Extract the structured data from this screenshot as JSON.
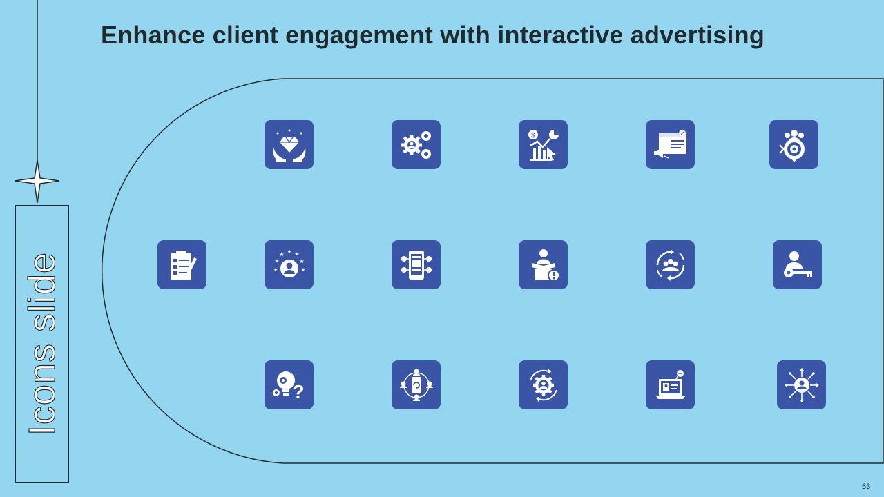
{
  "slide": {
    "title": "Enhance client engagement with interactive advertising",
    "side_label": "Icons slide",
    "page_number": "63"
  },
  "colors": {
    "background": "#94d6f0",
    "icon_tile": "#3a54a6",
    "icon_glyph": "#ffffff",
    "line": "#1e2a2e"
  },
  "icons": [
    {
      "row": 1,
      "name": "hands-diamond-icon"
    },
    {
      "row": 1,
      "name": "gears-person-icon"
    },
    {
      "row": 1,
      "name": "sales-chart-cursor-icon"
    },
    {
      "row": 1,
      "name": "web-advertising-megaphone-icon"
    },
    {
      "row": 1,
      "name": "audience-target-icon"
    },
    {
      "row": 2,
      "name": "checklist-clipboard-icon"
    },
    {
      "row": 2,
      "name": "customer-rating-stars-icon"
    },
    {
      "row": 2,
      "name": "mobile-interactive-ad-icon"
    },
    {
      "row": 2,
      "name": "person-alert-box-icon"
    },
    {
      "row": 2,
      "name": "team-rotation-icon"
    },
    {
      "row": 2,
      "name": "person-key-icon"
    },
    {
      "row": 3,
      "name": "idea-question-icon"
    },
    {
      "row": 3,
      "name": "mobile-user-network-icon"
    },
    {
      "row": 3,
      "name": "gear-person-cycle-icon"
    },
    {
      "row": 3,
      "name": "laptop-profile-icon"
    },
    {
      "row": 3,
      "name": "user-reach-arrows-icon"
    }
  ]
}
